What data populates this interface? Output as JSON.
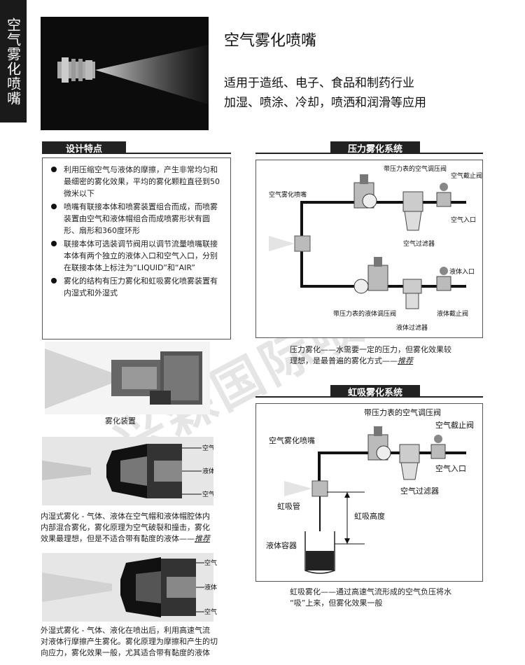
{
  "side_tab": "空气雾化喷嘴",
  "header": {
    "title": "空气雾化喷嘴",
    "subtitle_line1": "适用于造纸、电子、食品和制药行业",
    "subtitle_line2": "加湿、喷涂、冷却，喷洒和润滑等应用"
  },
  "features": {
    "heading": "设计特点",
    "items": [
      "利用压缩空气与液体的摩擦，产生非常均匀和最细密的雾化效果，平均的雾化颗粒直径到50微米以下",
      "喷嘴有联接本体和喷雾装置组合而成，而喷雾装置由空气和液体帽组合而成喷雾形状有圆形、扇形和360度环形",
      "联接本体可选装调节阀用以调节流量喷嘴联接本体有两个独立的液体入口和空气入口，分别在联接本体上标注为“LIQUID”和“AIR”",
      "雾化的结构有压力雾化和虹吸雾化喷雾装置有内湿式和外湿式"
    ]
  },
  "atomizer_label": "雾化装置",
  "internal_mix": {
    "labels": [
      "空气",
      "液体",
      "空气"
    ],
    "caption_line1": "内湿式雾化 - 气体、液体在空气帽和液体帽腔体内",
    "caption_line2": "内部混合雾化，雾化原理为空气破裂和撞击，雾化",
    "caption_line3_plain": "效果最理想，但是不适合带有黏度的液体——",
    "caption_line3_em": "推荐"
  },
  "external_mix": {
    "labels": [
      "空气",
      "液体",
      "空气"
    ],
    "caption_line1": "外湿式雾化 - 气体、液化在喷出后，利用高速气流",
    "caption_line2": "对液体行摩擦产生雾化。雾化原理为摩擦和产生的切",
    "caption_line3": "向应力，雾化效果一般，尤其适合带有黏度的液体"
  },
  "pressure_system": {
    "heading": "压力雾化系统",
    "labels": {
      "regulator_top": "带压力表的空气调压阀",
      "air_shutoff": "空气截止阀",
      "nozzle": "空气雾化喷嘴",
      "air_inlet": "空气入口",
      "air_filter": "空气过滤器",
      "liquid_inlet": "液体入口",
      "liquid_shutoff": "液体截止阀",
      "liquid_regulator": "带压力表的液体调压阀",
      "liquid_filter": "液体过滤器"
    },
    "caption_line1": "压力雾化——水需要一定的压力，但雾化效果较",
    "caption_line2_plain": "理想，是最普遍的雾化方式——",
    "caption_line2_em": "推荐"
  },
  "siphon_system": {
    "heading": "虹吸雾化系统",
    "labels": {
      "regulator": "带压力表的空气调压阀",
      "air_shutoff": "空气截止阀",
      "nozzle": "空气雾化喷嘴",
      "air_inlet": "空气入口",
      "air_filter": "空气过滤器",
      "siphon_tube": "虹吸管",
      "siphon_height": "虹吸高度",
      "liquid_container": "液体容器"
    },
    "caption_line1": "虹吸雾化——通过高速气流形成的空气负压将水",
    "caption_line2": "“吸”上来，但雾化效果一般"
  },
  "watermark": "兴森国际喷雾"
}
